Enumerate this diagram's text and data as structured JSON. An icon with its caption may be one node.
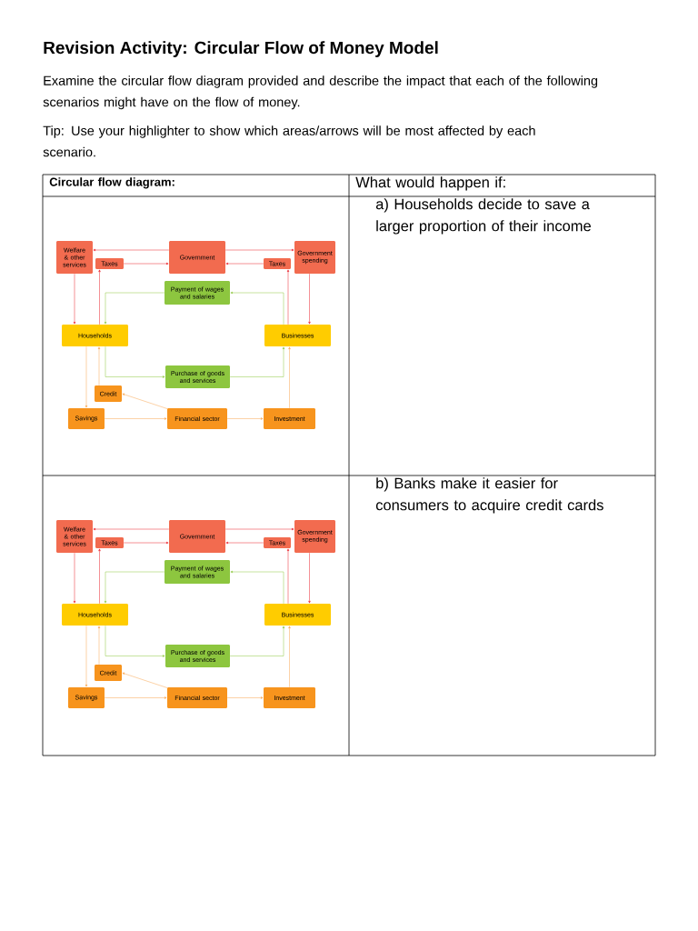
{
  "diagram": {
    "title": "Revision Activity: Circular Flow of Money Model",
    "nodes": [
      {
        "text": [
          "Welfare & other services"
        ]
      },
      {
        "text": [
          "Taxes"
        ]
      },
      {
        "text": [
          "Government"
        ]
      },
      {
        "text": [
          "Taxes"
        ]
      },
      {
        "text": [
          "Government spending"
        ]
      },
      {
        "text": [
          "Payment of wages and salaries"
        ]
      },
      {
        "text": [
          "Households"
        ]
      },
      {
        "text": [
          "Businesses"
        ]
      },
      {
        "text": [
          "Purchase of goods and services"
        ]
      },
      {
        "text": [
          "Credit"
        ]
      },
      {
        "text": [
          "Savings"
        ]
      },
      {
        "text": [
          "Financial sector"
        ]
      },
      {
        "text": [
          "Investment"
        ]
      },
      {
        "text": [
          "Welfare & other services"
        ]
      },
      {
        "text": [
          "Taxes"
        ]
      },
      {
        "text": [
          "Government"
        ]
      },
      {
        "text": [
          "Taxes"
        ]
      },
      {
        "text": [
          "Government spending"
        ]
      },
      {
        "text": [
          "Payment of wages and salaries"
        ]
      },
      {
        "text": [
          "Households"
        ]
      },
      {
        "text": [
          "Businesses"
        ]
      },
      {
        "text": [
          "Purchase of goods and services"
        ]
      },
      {
        "text": [
          "Credit"
        ]
      },
      {
        "text": [
          "Savings"
        ]
      },
      {
        "text": [
          "Financial sector"
        ]
      },
      {
        "text": [
          "Investment"
        ]
      }
    ],
    "edges": [
      {
        "from": 2,
        "to": 0,
        "arrow": "to"
      },
      {
        "from": 2,
        "to": 4,
        "arrow": "to"
      },
      {
        "from": 1,
        "to": 2,
        "arrow": "to"
      },
      {
        "from": 3,
        "to": 2,
        "arrow": "to"
      },
      {
        "from": 0,
        "to": 6,
        "arrow": "to"
      },
      {
        "from": 6,
        "to": 1,
        "arrow": "to"
      },
      {
        "from": 7,
        "to": 3,
        "arrow": "to"
      },
      {
        "from": 4,
        "to": 7,
        "arrow": "to"
      },
      {
        "from": 7,
        "to": 5,
        "arrow": "to",
        "color": "#8dc63f"
      },
      {
        "from": 5,
        "to": 6,
        "arrow": "to",
        "color": "#8dc63f"
      },
      {
        "from": 6,
        "to": 8,
        "arrow": "to",
        "color": "#8dc63f"
      },
      {
        "from": 8,
        "to": 7,
        "arrow": "to",
        "color": "#8dc63f"
      },
      {
        "from": 6,
        "to": 10,
        "arrow": "to",
        "color": "#f9a54e"
      },
      {
        "from": 9,
        "to": 6,
        "arrow": "to",
        "color": "#f9a54e"
      },
      {
        "from": 10,
        "to": 11,
        "arrow": "to",
        "color": "#f9a54e"
      },
      {
        "from": 11,
        "to": 9,
        "arrow": "to",
        "color": "#f9a54e"
      },
      {
        "from": 11,
        "to": 12,
        "arrow": "to",
        "color": "#f9a54e"
      },
      {
        "from": 12,
        "to": 7,
        "arrow": "to",
        "color": "#f9a54e"
      },
      {
        "from": 15,
        "to": 13,
        "arrow": "to"
      },
      {
        "from": 15,
        "to": 17,
        "arrow": "to"
      },
      {
        "from": 14,
        "to": 15,
        "arrow": "to"
      },
      {
        "from": 16,
        "to": 15,
        "arrow": "to"
      },
      {
        "from": 13,
        "to": 19,
        "arrow": "to"
      },
      {
        "from": 19,
        "to": 14,
        "arrow": "to"
      },
      {
        "from": 20,
        "to": 16,
        "arrow": "to"
      },
      {
        "from": 17,
        "to": 20,
        "arrow": "to"
      },
      {
        "from": 20,
        "to": 18,
        "arrow": "to",
        "color": "#8dc63f"
      },
      {
        "from": 18,
        "to": 19,
        "arrow": "to",
        "color": "#8dc63f"
      },
      {
        "from": 19,
        "to": 21,
        "arrow": "to",
        "color": "#8dc63f"
      },
      {
        "from": 21,
        "to": 20,
        "arrow": "to",
        "color": "#8dc63f"
      },
      {
        "from": 19,
        "to": 23,
        "arrow": "to",
        "color": "#f9a54e"
      },
      {
        "from": 22,
        "to": 19,
        "arrow": "to",
        "color": "#f9a54e"
      },
      {
        "from": 23,
        "to": 24,
        "arrow": "to",
        "color": "#f9a54e"
      },
      {
        "from": 24,
        "to": 22,
        "arrow": "to",
        "color": "#f9a54e"
      },
      {
        "from": 24,
        "to": 25,
        "arrow": "to",
        "color": "#f9a54e"
      },
      {
        "from": 25,
        "to": 20,
        "arrow": "to",
        "color": "#f9a54e"
      }
    ],
    "labels": [
      "Examine the circular flow diagram provided and describe the impact that each of the following scenarios might have on the flow of money.",
      "Tip: Use your highlighter to show which areas/arrows will be most affected by each scenario.",
      "Circular flow diagram:",
      "What would happen if:",
      "a) Households decide to save a larger proportion of their income",
      "b) Banks make it easier for consumers to acquire credit cards"
    ]
  }
}
